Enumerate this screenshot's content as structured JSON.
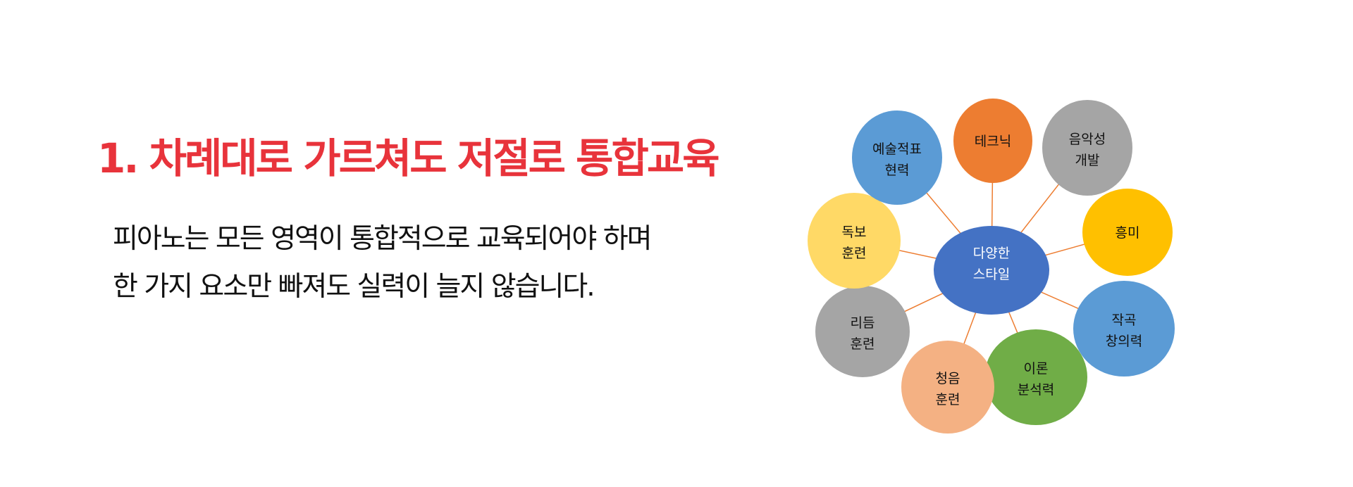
{
  "heading": "1. 차례대로 가르쳐도 저절로 통합교육",
  "body": {
    "line1": "피아노는 모든 영역이 통합적으로 교육되어야 하며",
    "line2": "한 가지 요소만 빠져도 실력이 늘지 않습니다."
  },
  "diagram": {
    "center": {
      "line1": "다양한",
      "line2": "스타일",
      "color": "#4472c4"
    },
    "connector_color": "#ed7d31",
    "nodes": [
      {
        "name": "node-technique",
        "line1": "테크닉",
        "line2": "",
        "color": "#ed7d31"
      },
      {
        "name": "node-musicality",
        "line1": "음악성",
        "line2": "개발",
        "color": "#a5a5a5"
      },
      {
        "name": "node-interest",
        "line1": "흥미",
        "line2": "",
        "color": "#ffc000"
      },
      {
        "name": "node-composition",
        "line1": "작곡",
        "line2": "창의력",
        "color": "#5b9bd5"
      },
      {
        "name": "node-theory",
        "line1": "이론",
        "line2": "분석력",
        "color": "#70ad47"
      },
      {
        "name": "node-ear-training",
        "line1": "청음",
        "line2": "훈련",
        "color": "#f4b183"
      },
      {
        "name": "node-rhythm",
        "line1": "리듬",
        "line2": "훈련",
        "color": "#a5a5a5"
      },
      {
        "name": "node-sight-reading",
        "line1": "독보",
        "line2": "훈련",
        "color": "#ffd966"
      },
      {
        "name": "node-artistic-cooperation",
        "line1": "예술적표",
        "line2": "현력",
        "color": "#5b9bd5"
      }
    ]
  }
}
